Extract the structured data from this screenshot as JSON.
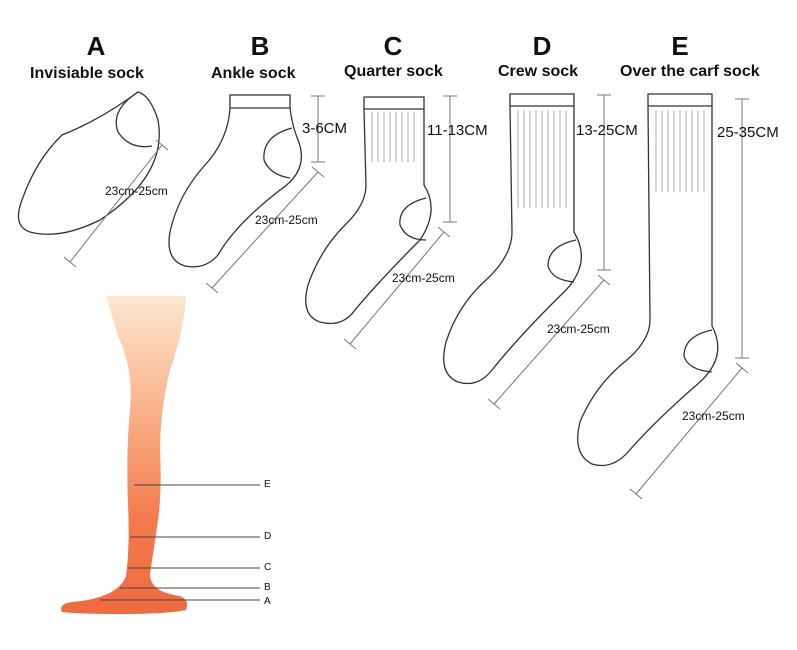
{
  "socks": [
    {
      "id": "a",
      "letter": "A",
      "title": "Invisiable sock",
      "length": "23cm-25cm"
    },
    {
      "id": "b",
      "letter": "B",
      "title": "Ankle sock",
      "height": "3-6CM",
      "length": "23cm-25cm"
    },
    {
      "id": "c",
      "letter": "C",
      "title": "Quarter sock",
      "height": "11-13CM",
      "length": "23cm-25cm"
    },
    {
      "id": "d",
      "letter": "D",
      "title": "Crew sock",
      "height": "13-25CM",
      "length": "23cm-25cm"
    },
    {
      "id": "e",
      "letter": "E",
      "title": "Over the carf sock",
      "height": "25-35CM",
      "length": "23cm-25cm"
    }
  ],
  "leg_markers": [
    "E",
    "D",
    "C",
    "B",
    "A"
  ],
  "colors": {
    "leg_top": "#fde2c8",
    "leg_mid": "#f9a37c",
    "leg_bottom": "#f0643c",
    "outline": "#333333"
  }
}
